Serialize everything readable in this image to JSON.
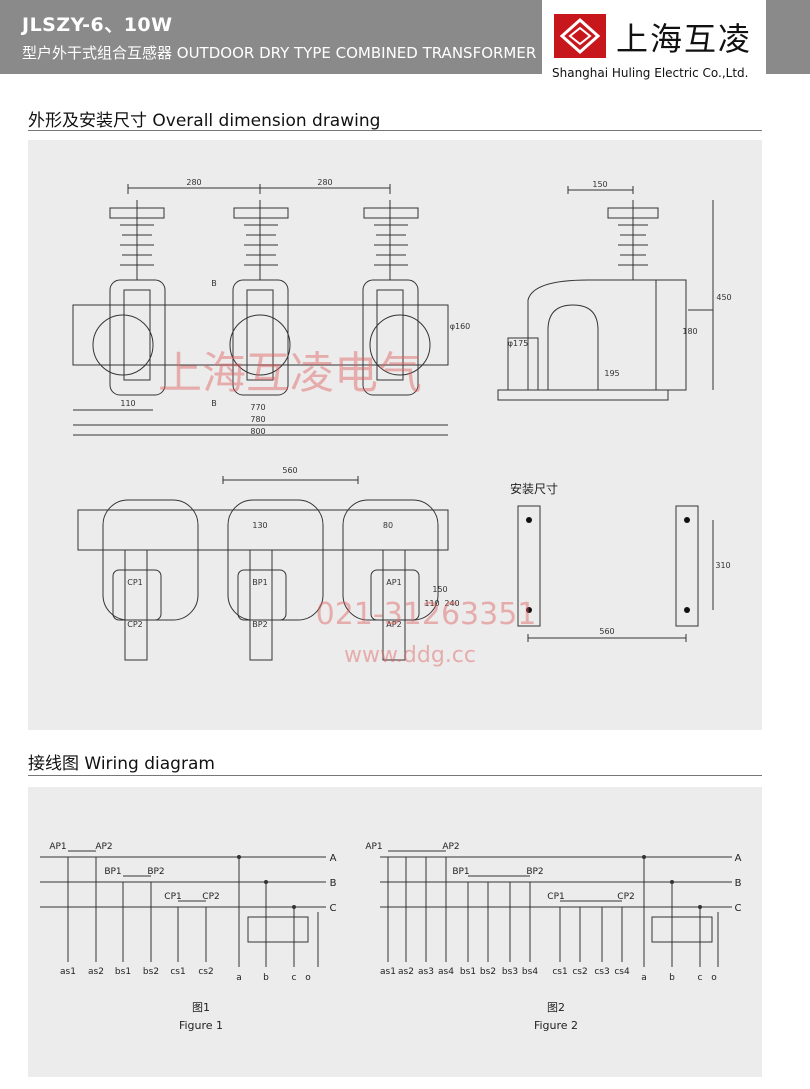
{
  "header": {
    "title": "JLSZY-6、10W",
    "subtitle": "型户外干式组合互感器 OUTDOOR DRY TYPE COMBINED TRANSFORMER",
    "brand_cn": "上海互凌",
    "brand_en": "Shanghai Huling Electric Co.,Ltd.",
    "brand_color": "#c8161d"
  },
  "dimension_section": {
    "title": "外形及安装尺寸  Overall dimension drawing",
    "front": {
      "d1": "280",
      "d2": "280",
      "b1": "B",
      "b2": "B",
      "phi": "φ160",
      "w1": "110",
      "w2": "770",
      "w3": "780",
      "w4": "800"
    },
    "side": {
      "top": "150",
      "h1": "450",
      "h2": "180",
      "phi": "φ175",
      "w": "195"
    },
    "plan": {
      "top": "560",
      "d1": "130",
      "d2": "80",
      "h1": "150",
      "h2": "110",
      "h3": "240",
      "labels": [
        "CP1",
        "BP1",
        "AP1",
        "CP2",
        "BP2",
        "AP2"
      ]
    },
    "mount": {
      "title": "安装尺寸",
      "h": "310",
      "w": "560"
    },
    "watermark_cn": "上海互凌电气",
    "watermark_phone": "021-31263351",
    "watermark_url": "www.ddg.cc"
  },
  "wiring_section": {
    "title": "接线图  Wiring diagram",
    "phases": [
      "A",
      "B",
      "C"
    ],
    "fig1": {
      "primary": [
        "AP1",
        "AP2",
        "BP1",
        "BP2",
        "CP1",
        "CP2"
      ],
      "terminals": [
        "as1",
        "as2",
        "bs1",
        "bs2",
        "cs1",
        "cs2"
      ],
      "pt": [
        "a",
        "b",
        "c",
        "o"
      ],
      "caption_cn": "图1",
      "caption_en": "Figure 1"
    },
    "fig2": {
      "primary": [
        "AP1",
        "AP2",
        "BP1",
        "BP2",
        "CP1",
        "CP2"
      ],
      "terminals": [
        "as1",
        "as2",
        "as3",
        "as4",
        "bs1",
        "bs2",
        "bs3",
        "bs4",
        "cs1",
        "cs2",
        "cs3",
        "cs4"
      ],
      "pt": [
        "a",
        "b",
        "c",
        "o"
      ],
      "caption_cn": "图2",
      "caption_en": "Figure 2"
    }
  }
}
